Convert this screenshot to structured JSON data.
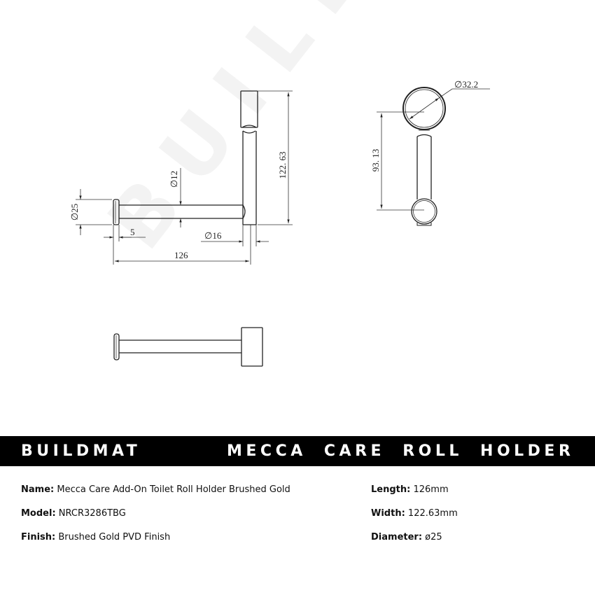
{
  "watermark": "BUILDMAT",
  "drawing": {
    "side_view": {
      "dimensions": {
        "height": "122. 63",
        "rod_diameter": "∅12",
        "end_cap_diameter": "∅25",
        "end_cap_thickness": "5",
        "post_diameter": "∅16",
        "length": "126"
      }
    },
    "front_view": {
      "dimensions": {
        "base_diameter": "∅32.2",
        "height": "93. 13"
      }
    },
    "top_view": {}
  },
  "banner": {
    "brand": "BUILDMAT",
    "product": "MECCA CARE ROLL HOLDER",
    "background": "#000000",
    "text_color": "#ffffff"
  },
  "specs": {
    "left": [
      {
        "label": "Name:",
        "value": "Mecca Care Add-On Toilet Roll Holder Brushed Gold"
      },
      {
        "label": "Model:",
        "value": "NRCR3286TBG"
      },
      {
        "label": "Finish:",
        "value": "Brushed Gold PVD Finish"
      }
    ],
    "right": [
      {
        "label": "Length:",
        "value": "126mm"
      },
      {
        "label": "Width:",
        "value": "122.63mm"
      },
      {
        "label": "Diameter:",
        "value": "ø25"
      }
    ]
  }
}
